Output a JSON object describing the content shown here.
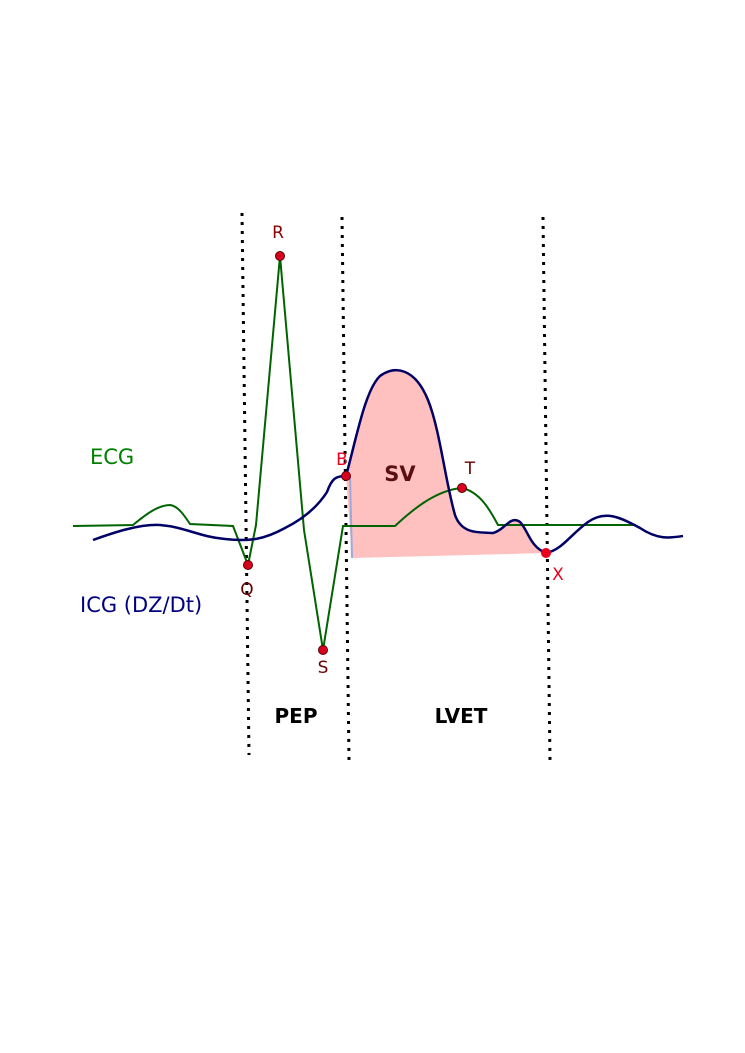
{
  "legend": {
    "ecg_label": "ECG",
    "icg_label": "ICG (DZ/Dt)"
  },
  "points": {
    "R": "R",
    "Q": "Q",
    "S": "S",
    "B": "B",
    "T": "T",
    "X": "X"
  },
  "regions": {
    "sv": "SV",
    "pep": "PEP",
    "lvet": "LVET"
  },
  "colors": {
    "ecg": "#006400",
    "icg": "#000066",
    "sv_fill": "#ffc0c0",
    "marker": "#d8001f",
    "dark_label": "#6b0000",
    "red_label": "#e8001c"
  }
}
